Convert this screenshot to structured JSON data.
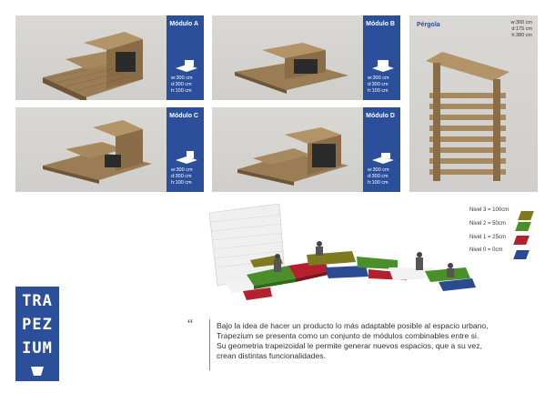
{
  "modules": [
    {
      "id": "A",
      "title": "Módulo A",
      "dims": [
        "w:300 cm",
        "d:300 cm",
        "h:100 cm"
      ]
    },
    {
      "id": "B",
      "title": "Módulo B",
      "dims": [
        "w:300 cm",
        "d:300 cm",
        "h:100 cm"
      ]
    },
    {
      "id": "C",
      "title": "Módulo C",
      "dims": [
        "w:300 cm",
        "d:300 cm",
        "h:100 cm"
      ]
    },
    {
      "id": "D",
      "title": "Módulo D",
      "dims": [
        "w:300 cm",
        "d:300 cm",
        "h:100 cm"
      ]
    }
  ],
  "pergola": {
    "title": "Pérgola",
    "dims": [
      "w:300 cm",
      "d:175 cm",
      "h:380 cm"
    ]
  },
  "legend": [
    {
      "label": "Nivel 3 = 100cm",
      "color": "#7d7a1f"
    },
    {
      "label": "Nivel 2 = 50cm",
      "color": "#4a8f2a"
    },
    {
      "label": "Nivel 1 = 25cm",
      "color": "#b5202e"
    },
    {
      "label": "Nivel 0 = 0cm",
      "color": "#2b4a92"
    }
  ],
  "logo": {
    "line1": "TRA",
    "line2": "PEZ",
    "line3": "IUM"
  },
  "quote_mark": "“",
  "description": [
    "Bajo la idea de hacer un producto lo más adaptable posible al espacio urbano,",
    "Trapezium se presenta como un conjunto de módulos combinables entre si.",
    "Su geometria trapeizoidal le   permite generar nuevos espacios, que a su vez,",
    "crean distintas funcionalidades."
  ],
  "colors": {
    "brand": "#2c4f9c",
    "wood": "#9b7d55"
  }
}
